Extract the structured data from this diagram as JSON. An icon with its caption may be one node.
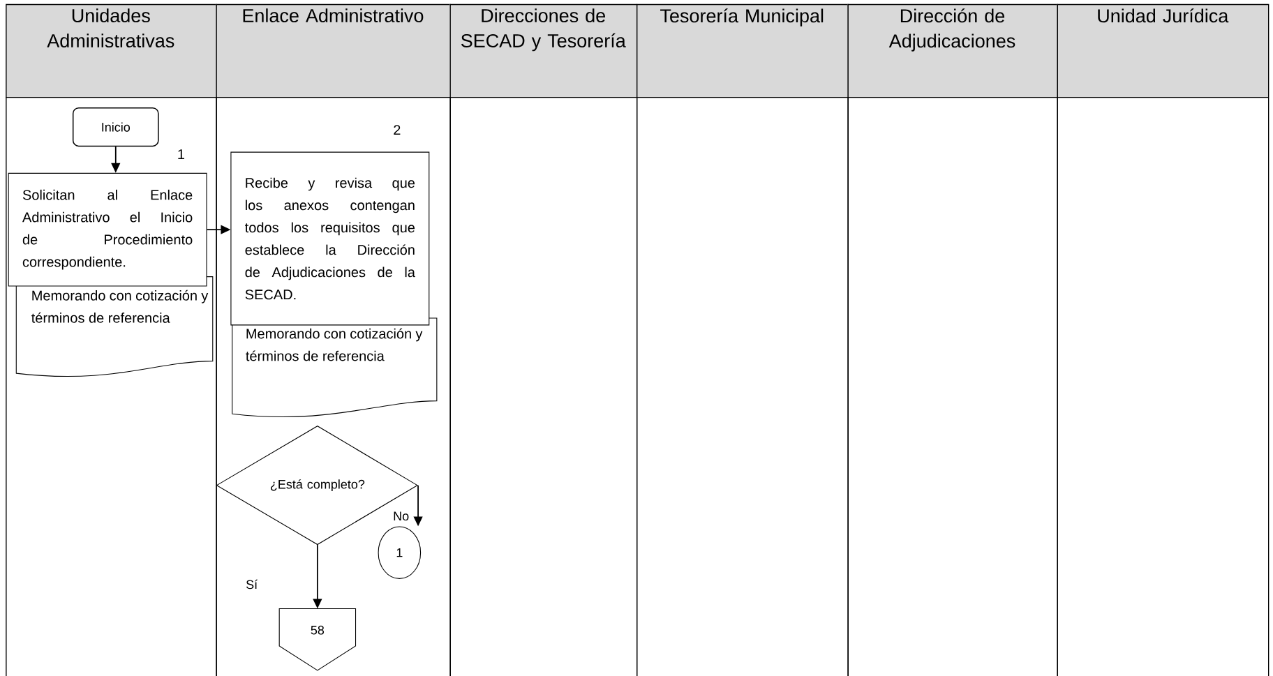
{
  "diagram": {
    "nodes": [
      {
        "text": [
          "Unidades Administrativas"
        ]
      },
      {
        "text": [
          "Enlace Administrativo"
        ]
      },
      {
        "text": [
          "Direcciones de SECAD y Tesorería"
        ]
      },
      {
        "text": [
          "Tesorería Municipal"
        ]
      },
      {
        "text": [
          "Dirección de Adjudicaciones"
        ]
      },
      {
        "text": [
          "Unidad Jurídica"
        ]
      },
      {
        "text": [
          "Inicio"
        ],
        "in": 0
      },
      {
        "text": [
          "Solicitan al Enlace Administrativo el Inicio de Procedimiento correspondiente."
        ],
        "in": 0,
        "beside": [
          "1"
        ]
      },
      {
        "text": [
          "Memorando con cotización y términos de referencia"
        ],
        "in": 0
      },
      {
        "text": [
          "Recibe y revisa que los anexos contengan todos los requisitos que establece la Dirección de Adjudicaciones de la SECAD."
        ],
        "in": 1,
        "beside": [
          "2"
        ]
      },
      {
        "text": [
          "Memorando con cotización y términos de referencia"
        ],
        "in": 1
      },
      {
        "text": [
          "¿Está completo?"
        ],
        "in": 1
      },
      {
        "text": [
          "1"
        ],
        "in": 1
      },
      {
        "text": [
          "58"
        ],
        "in": 1
      }
    ],
    "edges": [
      {
        "from": 6,
        "to": 7,
        "arrow": "to"
      },
      {
        "from": 7,
        "to": 9,
        "arrow": "to"
      },
      {
        "from": 11,
        "to": 12,
        "arrow": "to",
        "label": "No"
      },
      {
        "from": 11,
        "to": 13,
        "arrow": "to",
        "label": "Sí"
      }
    ]
  }
}
